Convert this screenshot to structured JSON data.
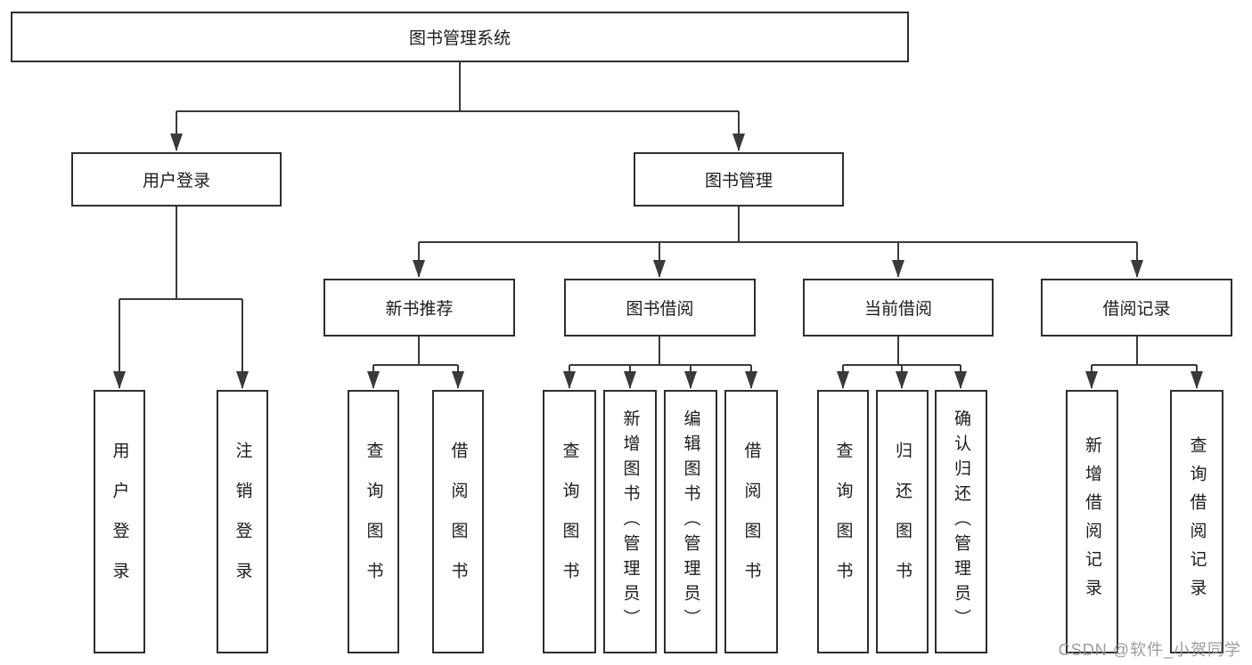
{
  "diagram": {
    "root": "图书管理系统",
    "level2": {
      "user_login": "用户登录",
      "book_mgmt": "图书管理"
    },
    "level3": {
      "new_books": "新书推荐",
      "borrowing": "图书借阅",
      "current": "当前借阅",
      "records": "借阅记录"
    },
    "leaves": {
      "login": "用户登录",
      "logout": "注销登录",
      "nb_query": "查询图书",
      "nb_borrow": "借阅图书",
      "bw_query": "查询图书",
      "bw_add": "新增图书（管理员）",
      "bw_edit": "编辑图书（管理员）",
      "bw_borrow": "借阅图书",
      "cu_query": "查询图书",
      "cu_return": "归还图书",
      "cu_confirm": "确认归还（管理员）",
      "rc_add": "新增借阅记录",
      "rc_query": "查询借阅记录"
    }
  },
  "watermark": "CSDN @软件_小贺同学",
  "colors": {
    "line": "#3a3a3a",
    "box_border": "#2e2e2e",
    "text": "#1c1c1c",
    "watermark": "#949494",
    "background": "#ffffff"
  }
}
